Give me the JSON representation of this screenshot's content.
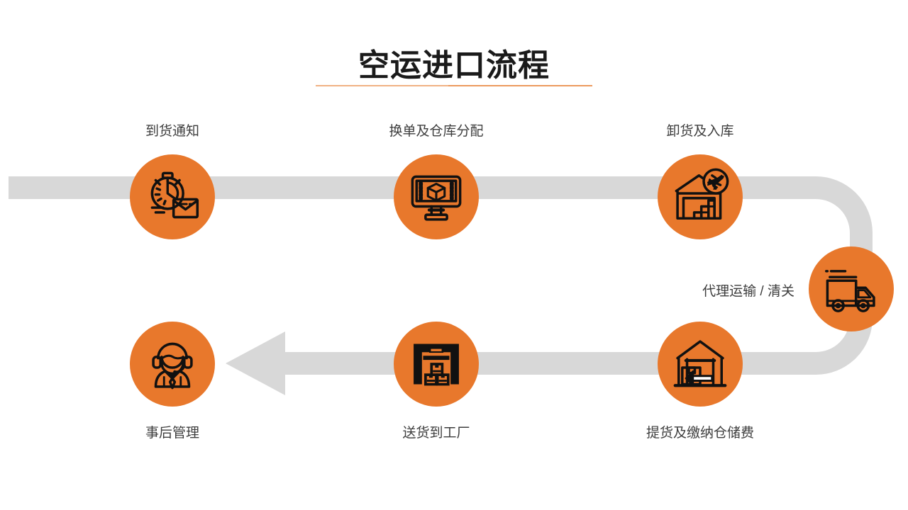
{
  "header": {
    "title": "空运进口流程",
    "accent_color": "#e8782c",
    "rule_color": "#ef9f68"
  },
  "theme": {
    "node_color": "#e8782c",
    "ribbon_color": "#d8d8d8",
    "background": "#ffffff",
    "icon_stroke": "#111111",
    "label_color": "#3d3d3d"
  },
  "flow": {
    "direction_top_row": "left-to-right",
    "direction_bottom_row": "right-to-left",
    "steps": [
      {
        "index": 1,
        "label": "到货通知",
        "icon": "stopwatch-envelope-icon",
        "label_position": "above",
        "row": "top"
      },
      {
        "index": 2,
        "label": "换单及仓库分配",
        "icon": "monitor-box-icon",
        "label_position": "above",
        "row": "top"
      },
      {
        "index": 3,
        "label": "卸货及入库",
        "icon": "warehouse-airplane-icon",
        "label_position": "above",
        "row": "top"
      },
      {
        "index": 4,
        "label": "代理运输 / 清关",
        "icon": "delivery-truck-icon",
        "label_position": "left",
        "row": "right-turn"
      },
      {
        "index": 5,
        "label": "提货及缴纳仓储费",
        "icon": "warehouse-outbound-arrow-icon",
        "label_position": "below",
        "row": "bottom"
      },
      {
        "index": 6,
        "label": "送货到工厂",
        "icon": "factory-boxes-icon",
        "label_position": "below",
        "row": "bottom"
      },
      {
        "index": 7,
        "label": "事后管理",
        "icon": "support-agent-headset-icon",
        "label_position": "below",
        "row": "bottom"
      }
    ]
  }
}
